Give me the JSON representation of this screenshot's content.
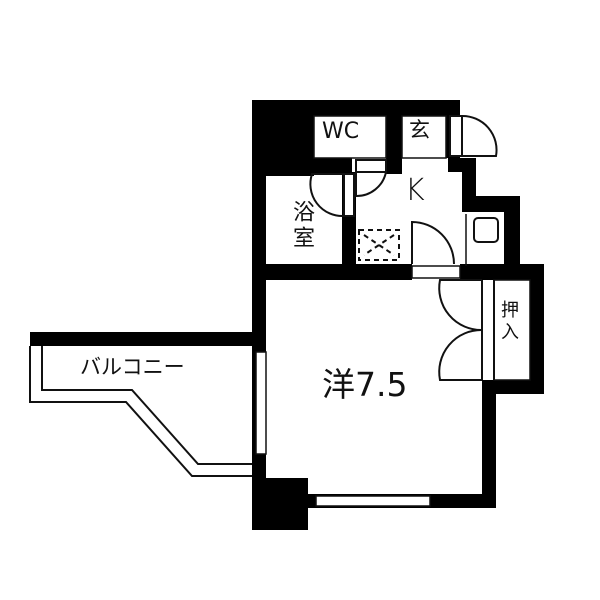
{
  "floor_plan": {
    "rooms": [
      {
        "id": "wc",
        "label": "WC"
      },
      {
        "id": "genkan",
        "label": "玄"
      },
      {
        "id": "kitchen",
        "label": "K"
      },
      {
        "id": "bathroom",
        "label": "浴室"
      },
      {
        "id": "closet",
        "label": "押入"
      },
      {
        "id": "western_room",
        "label": "洋7.5"
      },
      {
        "id": "balcony",
        "label": "バルコニー"
      }
    ],
    "colors": {
      "wall": "#000000",
      "background": "#ffffff",
      "line": "#111111"
    }
  }
}
